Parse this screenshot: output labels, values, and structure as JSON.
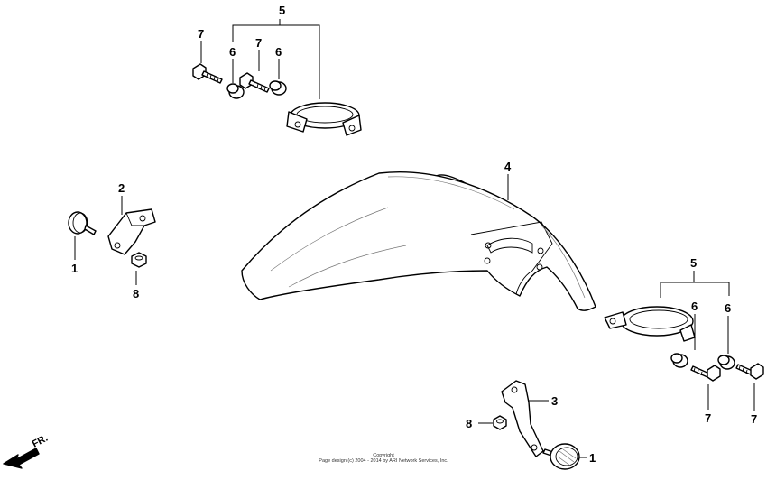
{
  "callouts": {
    "c5_top": "5",
    "c7_top_left": "7",
    "c6_top_left": "6",
    "c7_top_mid": "7",
    "c6_top_right": "6",
    "c2": "2",
    "c1_left": "1",
    "c8_left": "8",
    "c4": "4",
    "c5_right": "5",
    "c6_right_a": "6",
    "c6_right_b": "6",
    "c7_right_a": "7",
    "c7_right_b": "7",
    "c3": "3",
    "c8_bottom": "8",
    "c1_bottom": "1"
  },
  "direction": {
    "label": "FR."
  },
  "copyright": {
    "line1": "Copyright",
    "line2": "Page design (c) 2004 - 2014 by ARI Network Services, Inc."
  }
}
